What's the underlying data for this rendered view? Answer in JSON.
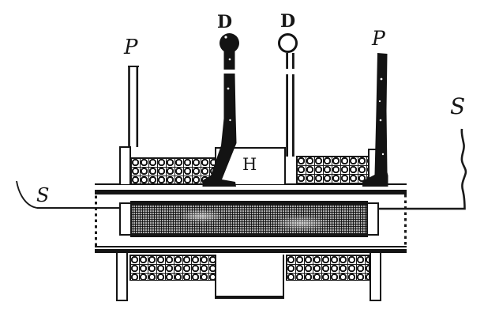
{
  "figure": {
    "title": "induction-coil apparatus engraving",
    "labels": {
      "p_left": "P",
      "d_left": "D",
      "d_right": "D",
      "p_right": "P",
      "h_center": "H",
      "s_left": "S",
      "s_right": "S"
    },
    "colors": {
      "ink": "#141414",
      "paper": "#ffffff",
      "core_fill": "#a9a9a9"
    }
  }
}
